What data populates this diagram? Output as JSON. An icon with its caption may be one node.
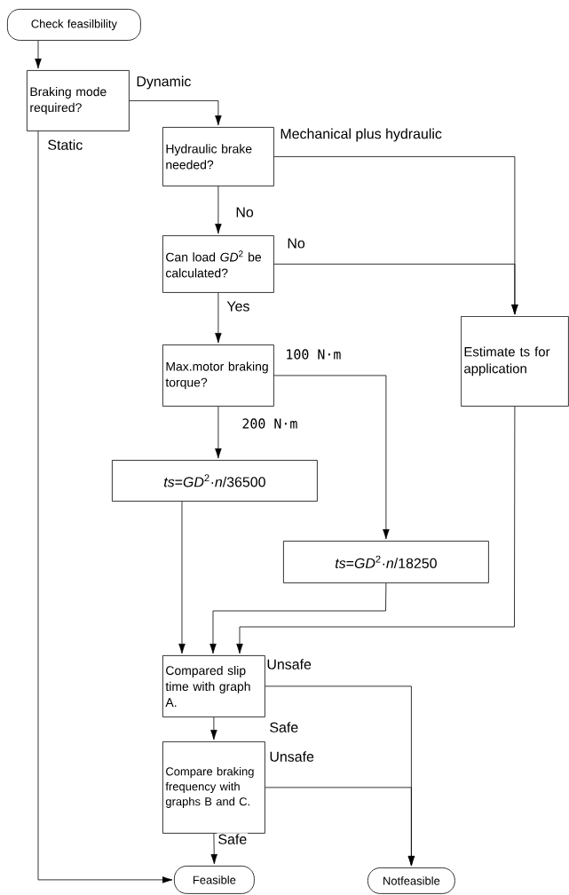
{
  "diagram": {
    "nodes": [
      {
        "text": [
          "Check feasilbility"
        ]
      },
      {
        "text": [
          "Braking mode required?"
        ]
      },
      {
        "text": [
          "Hydraulic brake needed?"
        ]
      },
      {
        "text": [
          "Can load *GD*$^{2}$ be calculated?"
        ]
      },
      {
        "text": [
          "Estimate ts for application"
        ]
      },
      {
        "text": [
          "Max.motor braking torque?"
        ]
      },
      {
        "text": [
          "*ts*=*GD*$^{2}$·*n*/36500"
        ]
      },
      {
        "text": [
          "*ts*=*GD*$^{2}$·*n*/18250"
        ]
      },
      {
        "text": [
          "Compared slip time with graph A."
        ]
      },
      {
        "text": [
          "Compare braking frequency with graphs B and C."
        ]
      },
      {
        "text": [
          "Feasible"
        ]
      },
      {
        "text": [
          "Notfeasible"
        ]
      }
    ],
    "edges": [
      {
        "from": 0,
        "to": 1,
        "arrow": "to"
      },
      {
        "from": 1,
        "to": 2,
        "arrow": "to",
        "label": "Dynamic"
      },
      {
        "from": 1,
        "to": 10,
        "arrow": "to",
        "label": "Static"
      },
      {
        "from": 2,
        "to": 4,
        "arrow": "to",
        "label": "Mechanical plus hydraulic"
      },
      {
        "from": 2,
        "to": 3,
        "arrow": "to",
        "label": "No"
      },
      {
        "from": 3,
        "to": 4,
        "arrow": "to",
        "label": "No"
      },
      {
        "from": 3,
        "to": 5,
        "arrow": "to",
        "label": "Yes"
      },
      {
        "from": 5,
        "to": 7,
        "arrow": "to",
        "label": "100 N·m"
      },
      {
        "from": 5,
        "to": 6,
        "arrow": "to",
        "label": "200 N·m"
      },
      {
        "from": 6,
        "to": 8,
        "arrow": "to"
      },
      {
        "from": 7,
        "to": 8,
        "arrow": "to"
      },
      {
        "from": 4,
        "to": 8,
        "arrow": "to"
      },
      {
        "from": 8,
        "to": 11,
        "arrow": "to",
        "label": "Unsafe"
      },
      {
        "from": 8,
        "to": 9,
        "arrow": "to",
        "label": "Safe"
      },
      {
        "from": 9,
        "to": 11,
        "arrow": "to",
        "label": "Unsafe"
      },
      {
        "from": 9,
        "to": 10,
        "arrow": "to",
        "label": "Safe"
      }
    ]
  }
}
